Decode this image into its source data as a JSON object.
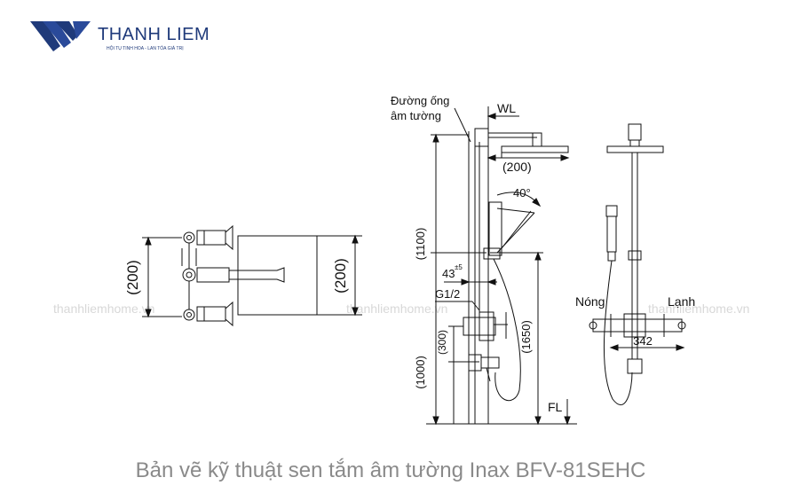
{
  "brand": {
    "name": "THANH LIEM",
    "tagline": "HỘI TỤ TINH HOA - LAN TỎA GIÁ TRỊ",
    "colors": {
      "primary": "#1f3a7a",
      "accent": "#2a4a9a"
    }
  },
  "watermarks": [
    "thanhliemhome.vn",
    "thanhliemhome.vn",
    "thanhliemhome.vn"
  ],
  "caption": "Bản vẽ kỹ thuật sen tắm âm tường Inax BFV-81SEHC",
  "diagram": {
    "front_view": {
      "dim_left": "(200)",
      "dim_right": "(200)"
    },
    "side_view": {
      "pipe_label_line1": "Đường ống",
      "pipe_label_line2": "âm tường",
      "wl": "WL",
      "head_depth": "(200)",
      "angle": "40°",
      "height_upper": "(1100)",
      "offset": "43",
      "offset_tol": "±5",
      "thread": "G1/2",
      "valve_height": "(300)",
      "total_height": "(1650)",
      "lower_height": "(1000)",
      "floor": "FL"
    },
    "rear_view": {
      "hot": "Nóng",
      "cold": "Lạnh",
      "spacing": "342"
    }
  }
}
